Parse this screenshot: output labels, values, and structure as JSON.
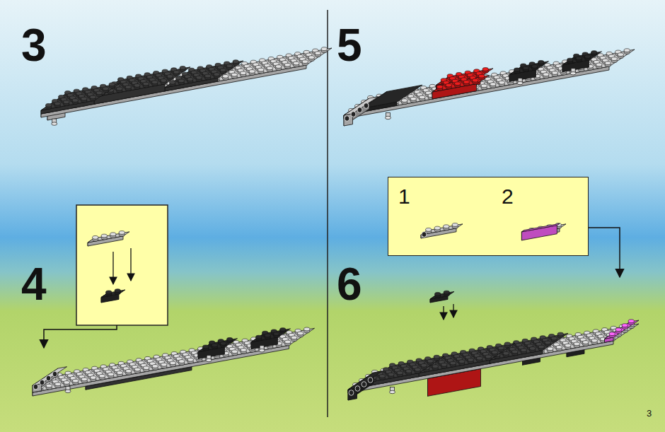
{
  "diagram": {
    "nodes": [
      {
        "text": [
          "1",
          "2"
        ]
      }
    ],
    "labels": [
      "3",
      "5",
      "4",
      "6",
      "3"
    ]
  }
}
